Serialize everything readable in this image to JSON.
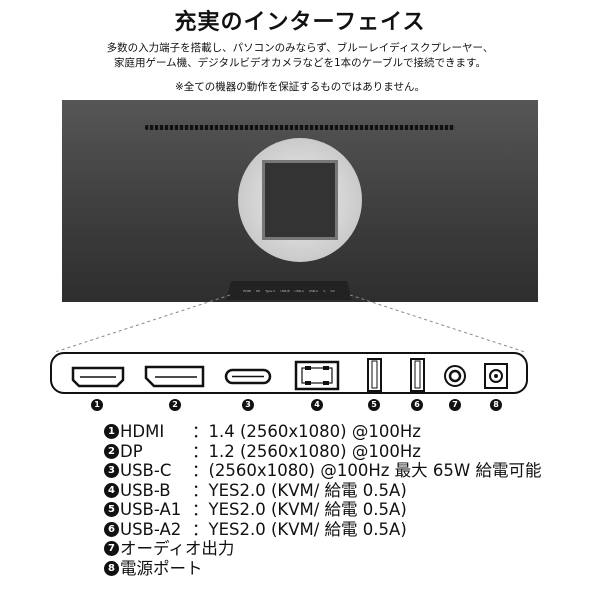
{
  "title": "充実のインターフェイス",
  "intro": [
    "多数の入力端子を搭載し、パソコンのみならず、ブルーレイディスクプレーヤー、",
    "家庭用ゲーム機、デジタルビデオカメラなどを1本のケーブルで接続できます。"
  ],
  "note": "※全ての機器の動作を保証するものではありません。",
  "monitor_port_labels": [
    "HDMI",
    "DP",
    "Type-C",
    "USB-B",
    "USB-A",
    "USB-A",
    "⊙",
    "DC"
  ],
  "port_numbers": [
    "1",
    "2",
    "3",
    "4",
    "5",
    "6",
    "7",
    "8"
  ],
  "specs": [
    {
      "num": "1",
      "name": "HDMI",
      "sep": "：",
      "desc": "1.4 (2560x1080) @100Hz"
    },
    {
      "num": "2",
      "name": "DP",
      "sep": "：",
      "desc": "1.2 (2560x1080) @100Hz"
    },
    {
      "num": "3",
      "name": "USB-C",
      "sep": "：",
      "desc": "(2560x1080) @100Hz 最大 65W 給電可能"
    },
    {
      "num": "4",
      "name": "USB-B",
      "sep": "：",
      "desc": "YES2.0 (KVM/ 給電 0.5A)"
    },
    {
      "num": "5",
      "name": "USB-A1",
      "sep": "：",
      "desc": "YES2.0 (KVM/ 給電 0.5A)"
    },
    {
      "num": "6",
      "name": "USB-A2",
      "sep": "：",
      "desc": "YES2.0 (KVM/ 給電 0.5A)"
    },
    {
      "num": "7",
      "name": "オーディオ出力",
      "sep": "",
      "desc": ""
    },
    {
      "num": "8",
      "name": "電源ポート",
      "sep": "",
      "desc": ""
    }
  ]
}
